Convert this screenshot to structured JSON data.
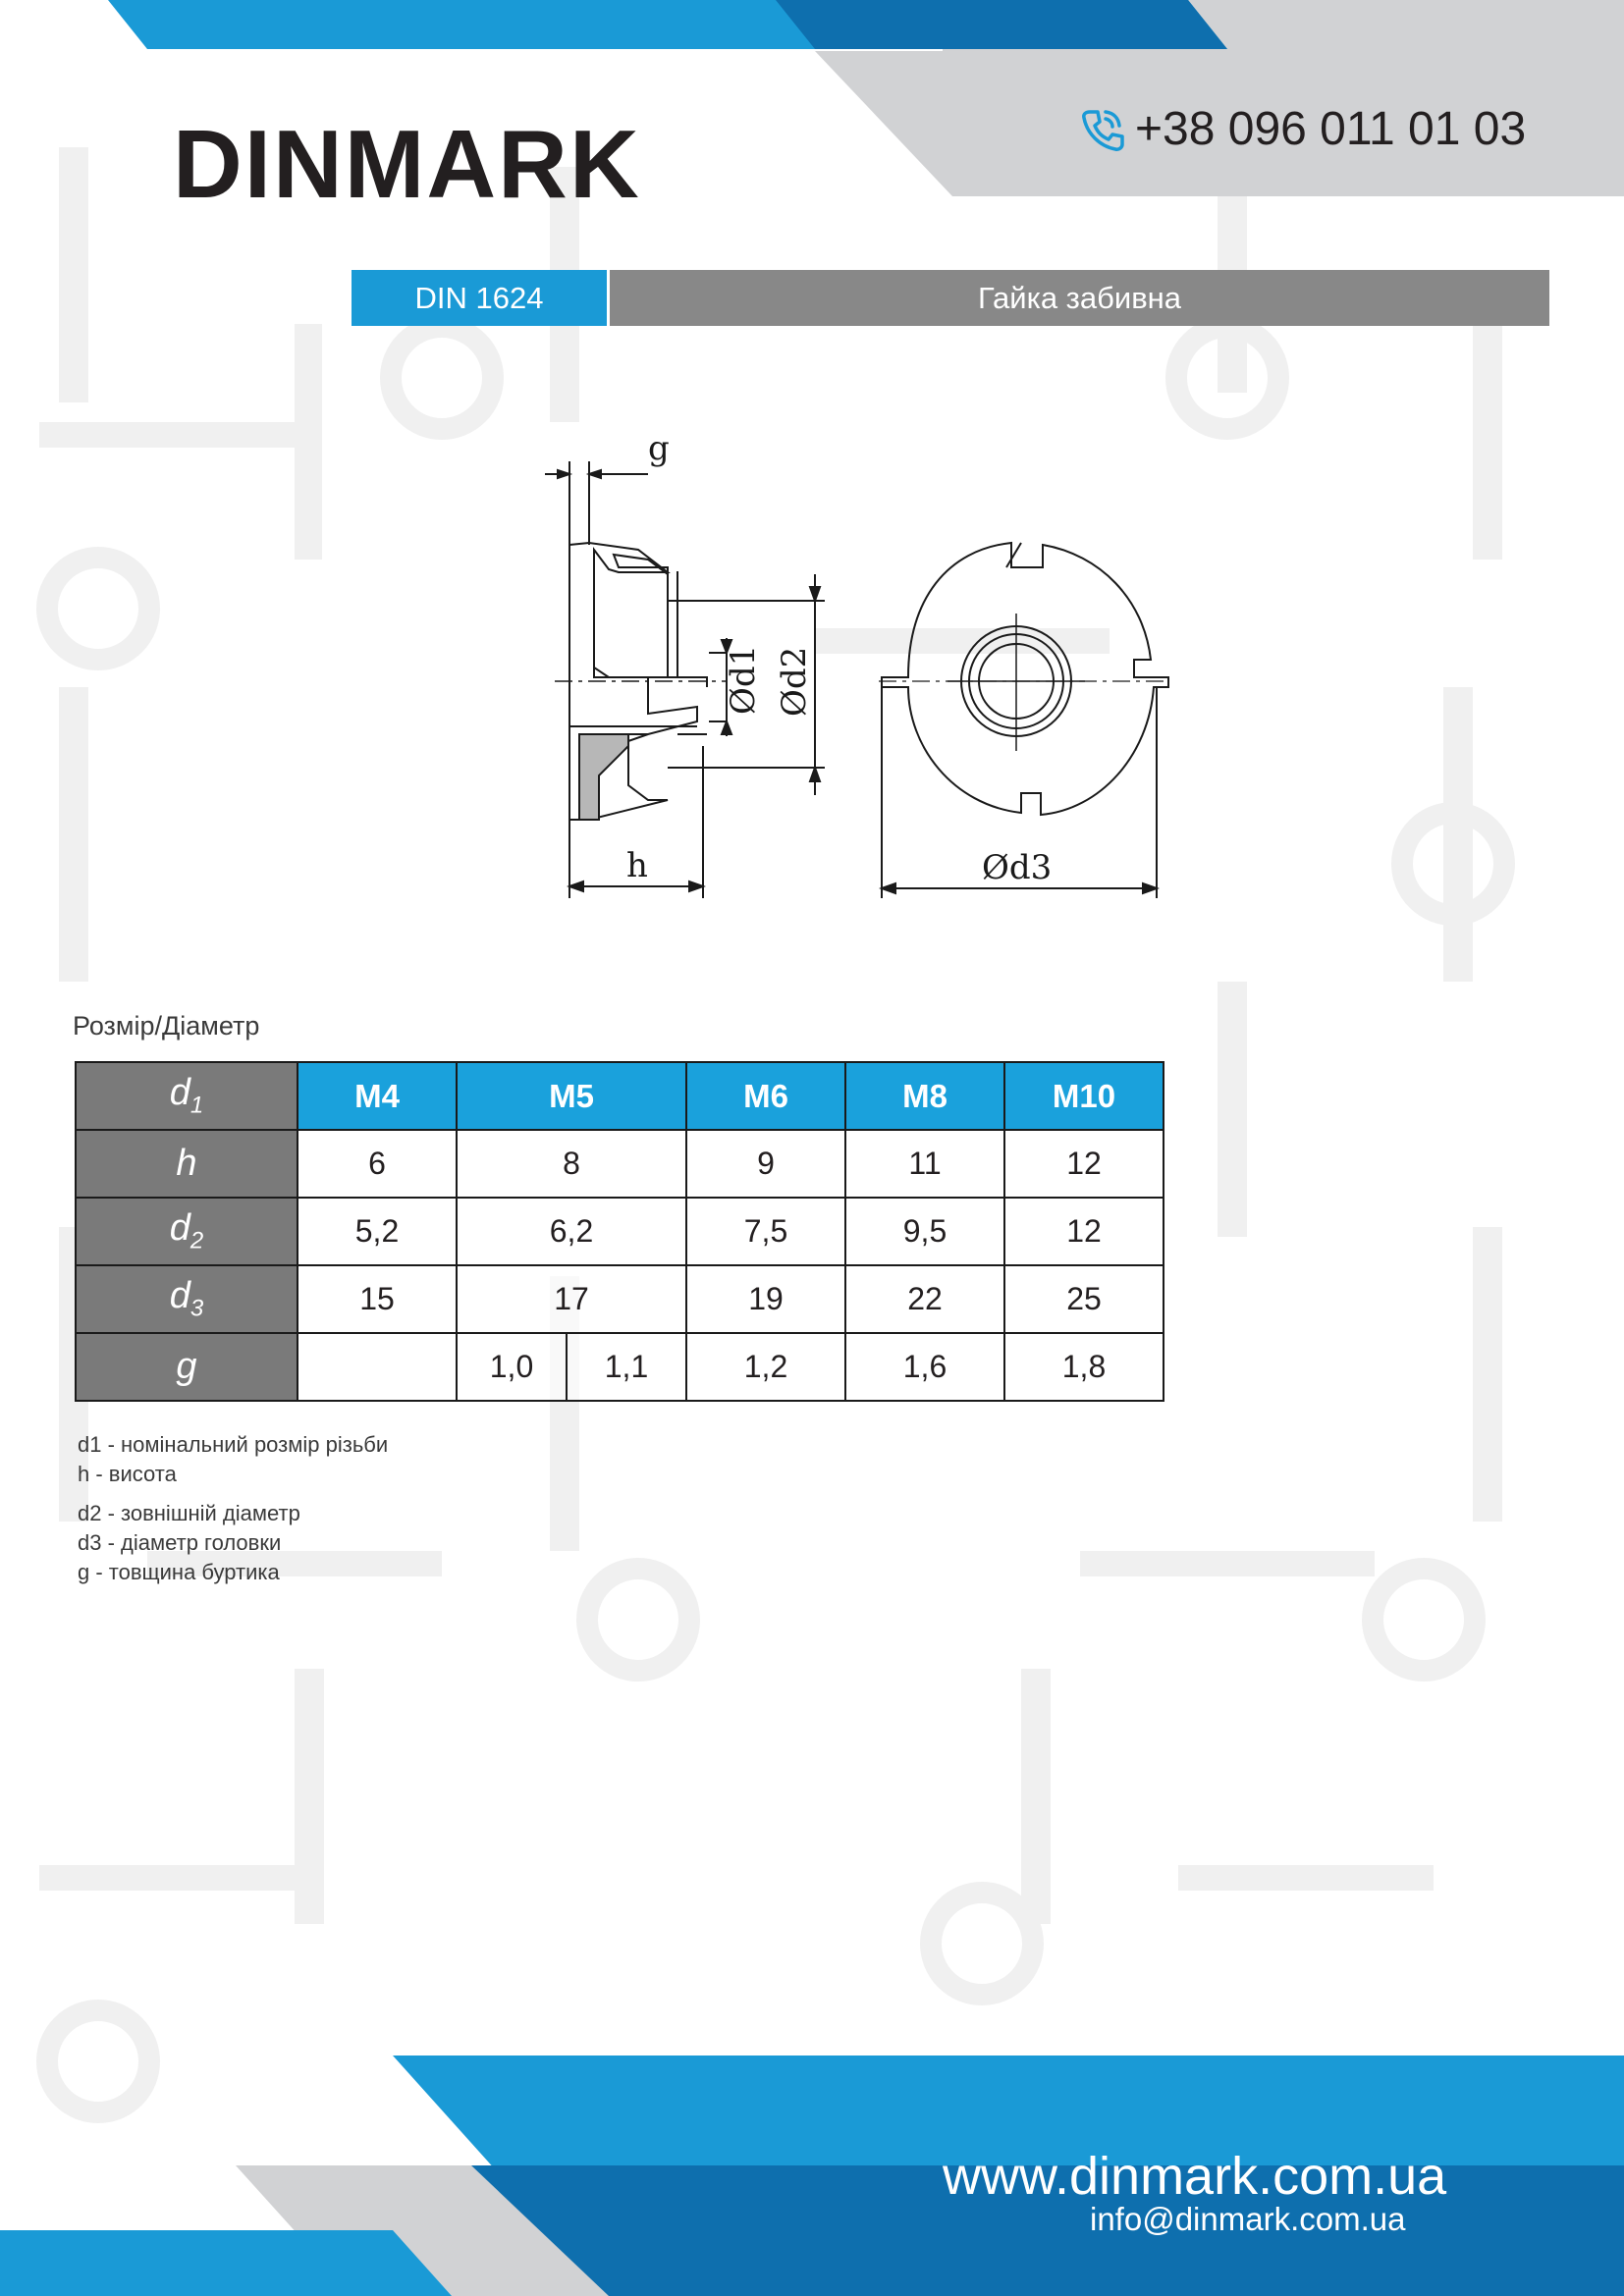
{
  "header": {
    "logo_text": "DINMARK",
    "phone": "+38 096 011 01 03"
  },
  "title_bar": {
    "standard": "DIN 1624",
    "product_name": "Гайка забивна"
  },
  "drawing": {
    "labels": {
      "g": "g",
      "h": "h",
      "d1": "Ød1",
      "d2": "Ød2",
      "d3": "Ød3"
    }
  },
  "table": {
    "caption": "Розмір/Діаметр",
    "row_headers": [
      {
        "base": "d",
        "sub": "1"
      },
      {
        "base": "h",
        "sub": ""
      },
      {
        "base": "d",
        "sub": "2"
      },
      {
        "base": "d",
        "sub": "3"
      },
      {
        "base": "g",
        "sub": ""
      }
    ],
    "sizes": [
      "M4",
      "M5",
      "M6",
      "M8",
      "M10"
    ],
    "h": [
      "6",
      "8",
      "9",
      "11",
      "12"
    ],
    "d2": [
      "5,2",
      "6,2",
      "7,5",
      "9,5",
      "12"
    ],
    "d3": [
      "15",
      "17",
      "19",
      "22",
      "25"
    ],
    "g": [
      "",
      "1,0",
      "1,1",
      "1,2",
      "1,6",
      "1,8"
    ]
  },
  "legend": [
    "d1 - номінальний розмір різьби",
    "h - висота",
    "d2 - зовнішній діаметр",
    "d3 - діаметр головки",
    "g - товщина буртика"
  ],
  "footer": {
    "website": "www.dinmark.com.ua",
    "email": "info@dinmark.com.ua"
  },
  "colors": {
    "brand_blue": "#1a9ad6",
    "dark_blue": "#0e6fae",
    "gray": "#888888",
    "light_gray": "#d1d2d4"
  }
}
